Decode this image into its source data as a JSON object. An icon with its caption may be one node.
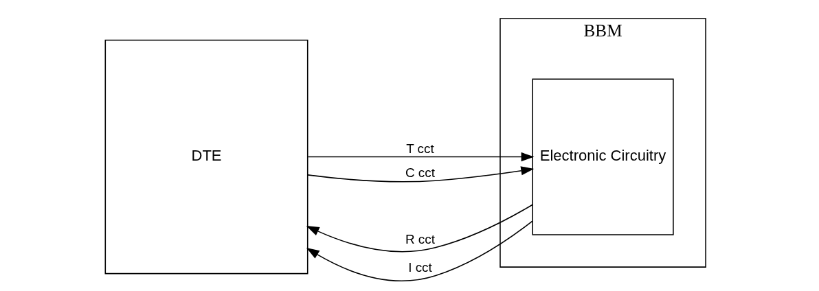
{
  "diagram": {
    "nodes": [
      {
        "text": [
          "DTE"
        ]
      },
      {
        "text": [
          "BBM"
        ]
      },
      {
        "text": [
          "Electronic Circuitry"
        ],
        "in": 1
      }
    ],
    "edges": [
      {
        "from": 0,
        "to": 2,
        "arrow": "to",
        "label": "T cct"
      },
      {
        "from": 2,
        "to": 0,
        "arrow": "to",
        "label": "R cct"
      },
      {
        "from": 0,
        "to": 2,
        "arrow": "to",
        "label": "C cct"
      },
      {
        "from": 2,
        "to": 0,
        "arrow": "to",
        "label": "I cct"
      }
    ]
  }
}
